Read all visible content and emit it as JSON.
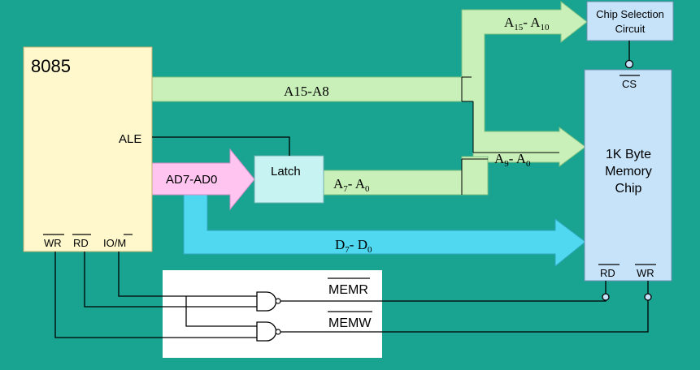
{
  "colors": {
    "background": "#19a391",
    "cpu_fill": "#fff8cc",
    "bus_green": "#c8f0b8",
    "bus_cyan": "#4fd8ef",
    "bus_pink": "#ffc4f0",
    "chip_fill": "#c6e3fa",
    "latch_fill": "#c8f3f3",
    "wire": "#000000",
    "white_panel": "#ffffff"
  },
  "cpu": {
    "title": "8085",
    "ale": "ALE",
    "wr": "WR",
    "rd": "RD",
    "iom": "IO/M"
  },
  "latch": {
    "label": "Latch"
  },
  "chip_select": {
    "line1": "Chip Selection",
    "line2": "Circuit"
  },
  "memory": {
    "line1": "1K Byte",
    "line2": "Memory",
    "line3": "Chip",
    "cs": "CS",
    "rd": "RD",
    "wr": "WR"
  },
  "buses": {
    "a15_a8": "A15-A8",
    "ad7_ad0": "AD7-AD0",
    "a15_a10": {
      "base1": "A",
      "sub1": "15",
      "sep": "- A",
      "sub2": "10"
    },
    "a9_a0": {
      "base1": "A",
      "sub1": "9",
      "sep": "- A",
      "sub2": "0"
    },
    "a7_a0": {
      "base1": "A",
      "sub1": "7",
      "sep": "- A",
      "sub2": "0"
    },
    "d7_d0": {
      "base1": "D",
      "sub1": "7",
      "sep": "- D",
      "sub2": "0"
    }
  },
  "signals": {
    "memr": "MEMR",
    "memw": "MEMW"
  }
}
